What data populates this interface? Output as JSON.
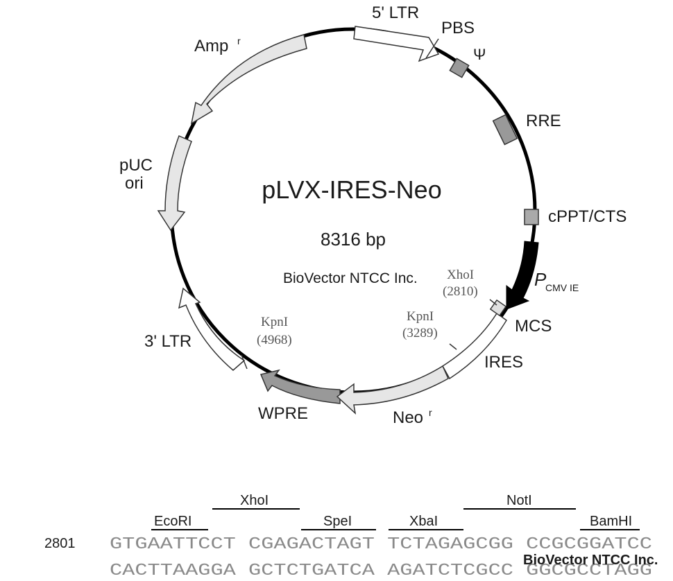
{
  "plasmid": {
    "name": "pLVX-IRES-Neo",
    "size": "8316 bp",
    "watermark": "BioVector NTCC Inc."
  },
  "features": {
    "ltr5": "5' LTR",
    "pbs": "PBS",
    "psi": "Ψ",
    "rre": "RRE",
    "cppt": "cPPT/CTS",
    "pcmv_p": "P",
    "pcmv_sub": "CMV IE",
    "mcs": "MCS",
    "ires": "IRES",
    "neo": "Neo",
    "neo_sup": "r",
    "wpre": "WPRE",
    "ltr3": "3' LTR",
    "puc1": "pUC",
    "puc2": "ori",
    "amp": "Amp",
    "amp_sup": "r"
  },
  "sites": {
    "xhoi": {
      "name": "XhoI",
      "pos": "(2810)"
    },
    "kpni1": {
      "name": "KpnI",
      "pos": "(3289)"
    },
    "kpni2": {
      "name": "KpnI",
      "pos": "(4968)"
    }
  },
  "sequence": {
    "position": "2801",
    "top": "GTGAATTCCT CGAGACTAGT TCTAGAGCGG CCGCGGATCC",
    "bottom": "CACTTAAGGA GCTCTGATCA AGATCTCGCC GGCGCCTAGG",
    "enzymes": {
      "ecori": "EcoRI",
      "xhoi": "XhoI",
      "spei": "SpeI",
      "xbai": "XbaI",
      "noti": "NotI",
      "bamhi": "BamHI"
    },
    "watermark": "BioVector NTCC Inc."
  }
}
